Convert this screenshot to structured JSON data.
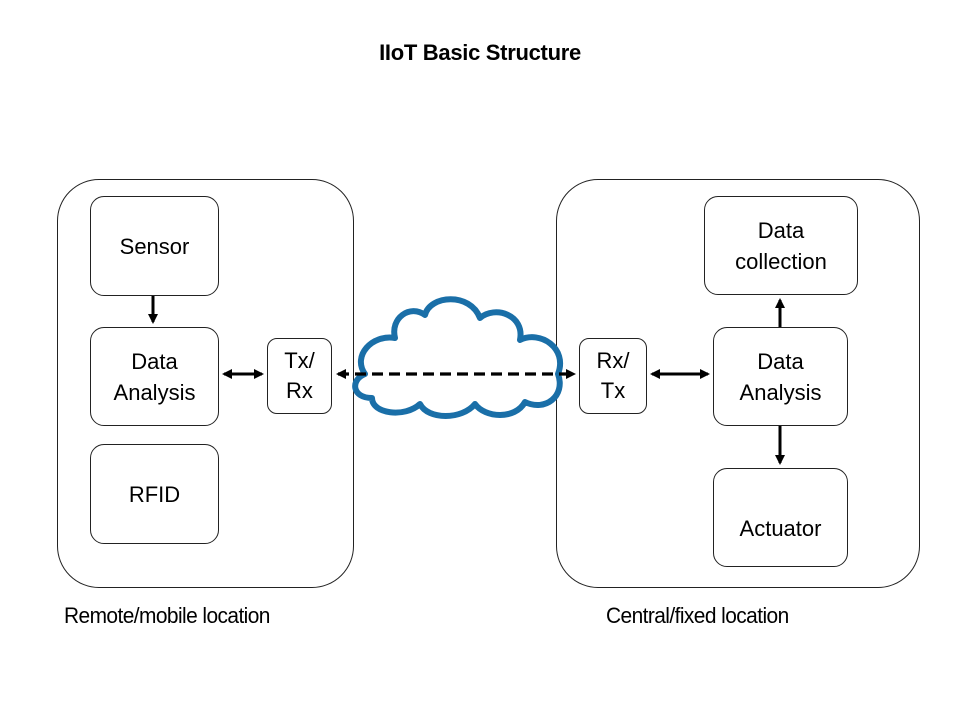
{
  "title": "IIoT Basic Structure",
  "remote": {
    "caption": "Remote/mobile location",
    "nodes": {
      "sensor": "Sensor",
      "data_analysis_line1": "Data",
      "data_analysis_line2": "Analysis",
      "rfid": "RFID",
      "txrx_line1": "Tx/",
      "txrx_line2": "Rx"
    }
  },
  "central": {
    "caption": "Central/fixed location",
    "nodes": {
      "data_collection_line1": "Data",
      "data_collection_line2": "collection",
      "data_analysis_line1": "Data",
      "data_analysis_line2": "Analysis",
      "actuator": "Actuator",
      "rxtx_line1": "Rx/",
      "rxtx_line2": "Tx"
    }
  },
  "network": {
    "icon": "cloud-icon",
    "color": "#1a6fa8",
    "link_style": "dashed"
  },
  "edges": [
    {
      "from": "Sensor",
      "to": "Data Analysis (remote)",
      "type": "one-way"
    },
    {
      "from": "Data Analysis (remote)",
      "to": "Tx/Rx",
      "type": "two-way"
    },
    {
      "from": "Tx/Rx",
      "to": "Rx/Tx",
      "type": "two-way",
      "via": "cloud"
    },
    {
      "from": "Rx/Tx",
      "to": "Data Analysis (central)",
      "type": "two-way"
    },
    {
      "from": "Data Analysis (central)",
      "to": "Data collection",
      "type": "one-way"
    },
    {
      "from": "Data Analysis (central)",
      "to": "Actuator",
      "type": "one-way"
    }
  ]
}
